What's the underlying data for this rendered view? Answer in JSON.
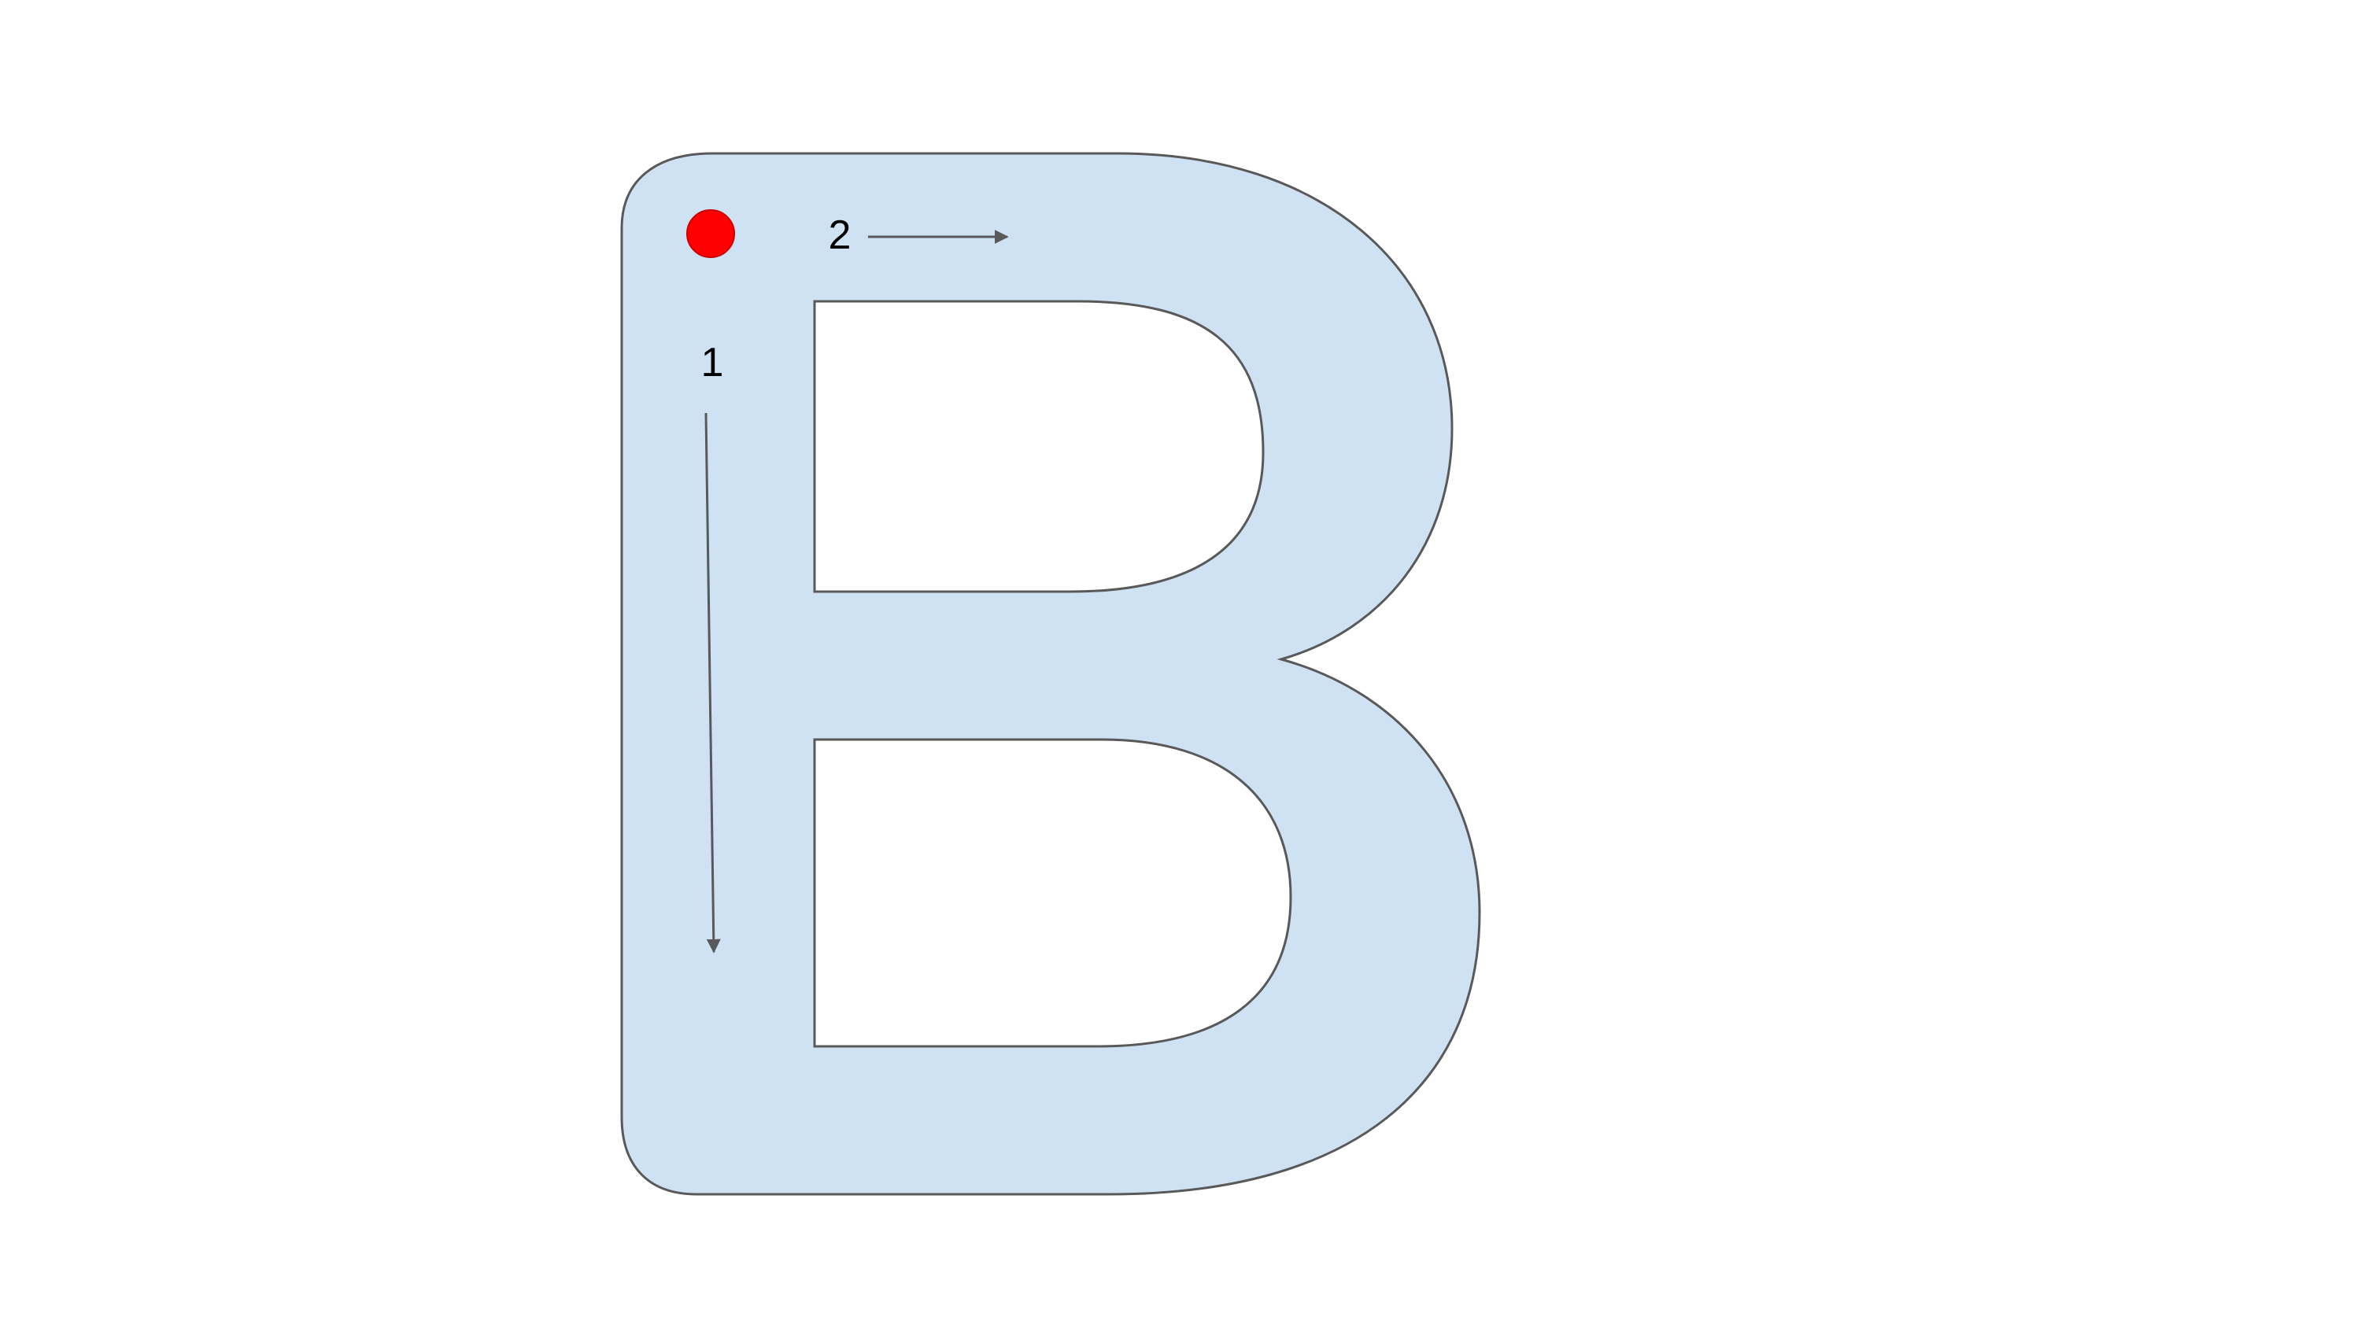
{
  "letter": {
    "character": "B",
    "fill_color": "#cfe2f3",
    "outline_color": "#595959"
  },
  "start_dot": {
    "color": "#ff0000"
  },
  "strokes": [
    {
      "order": "1",
      "direction": "down",
      "arrow_color": "#595959"
    },
    {
      "order": "2",
      "direction": "right",
      "arrow_color": "#595959"
    }
  ]
}
